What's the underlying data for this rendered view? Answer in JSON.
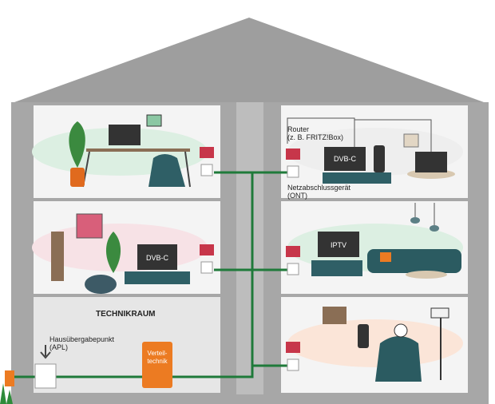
{
  "diagram": {
    "technikraum_title": "TECHNIKRAUM",
    "apl_label": [
      "Hausübergabepunkt",
      "(APL)"
    ],
    "verteiltechnik_label": [
      "Verteil-",
      "technik"
    ],
    "router_label": [
      "Router",
      "(z. B. FRITZ!Box)"
    ],
    "ont_label": [
      "Netzabschlussgerät",
      "(ONT)"
    ],
    "tv_labels": {
      "top_right": "DVB-C",
      "mid_left": "DVB-C",
      "mid_right": "IPTV"
    }
  },
  "colors": {
    "house": "#a7a7a7",
    "room": "#f2f2f2",
    "cable": "#1f7a3a",
    "accent_orange": "#ec7b22",
    "device_red": "#c7364a"
  }
}
